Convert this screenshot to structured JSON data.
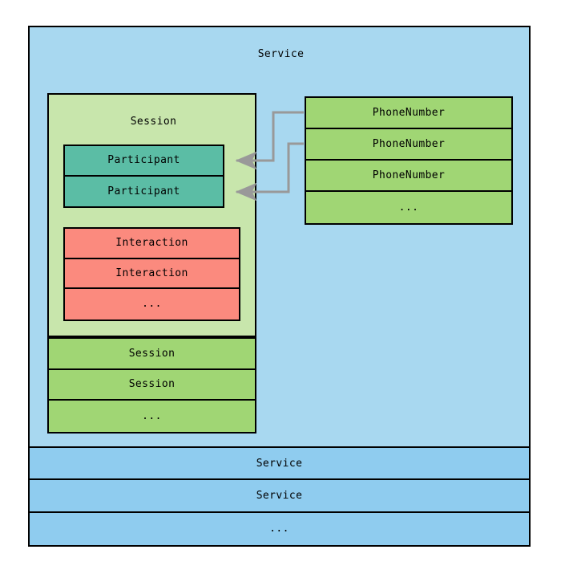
{
  "diagram": {
    "title": "Service",
    "type": "nested-containment-diagram"
  },
  "service": {
    "label": "Service",
    "session_container": {
      "label": "Session",
      "participants": [
        {
          "label": "Participant"
        },
        {
          "label": "Participant"
        }
      ],
      "interactions": [
        {
          "label": "Interaction"
        },
        {
          "label": "Interaction"
        },
        {
          "label": "..."
        }
      ]
    },
    "sibling_sessions": [
      {
        "label": "Session"
      },
      {
        "label": "Session"
      },
      {
        "label": "..."
      }
    ],
    "phone_numbers": [
      {
        "label": "PhoneNumber"
      },
      {
        "label": "PhoneNumber"
      },
      {
        "label": "PhoneNumber"
      },
      {
        "label": "..."
      }
    ]
  },
  "sibling_services": [
    {
      "label": "Service"
    },
    {
      "label": "Service"
    },
    {
      "label": "..."
    }
  ],
  "connectors": [
    {
      "from": "phone-number-1",
      "to": "participant-1",
      "style": "orthogonal-arrow"
    },
    {
      "from": "phone-number-2",
      "to": "participant-2",
      "style": "orthogonal-arrow"
    }
  ],
  "colors": {
    "service_fill": "#A8D8F0",
    "service_row_fill": "#8FCCEF",
    "session_container_fill": "#C8E6AC",
    "session_row_fill": "#A0D674",
    "participant_fill": "#5BBDA5",
    "interaction_fill": "#FB8A7E",
    "phone_number_fill": "#A0D674",
    "border": "#000000",
    "connector": "#999999",
    "background": "#FFFFFF"
  }
}
